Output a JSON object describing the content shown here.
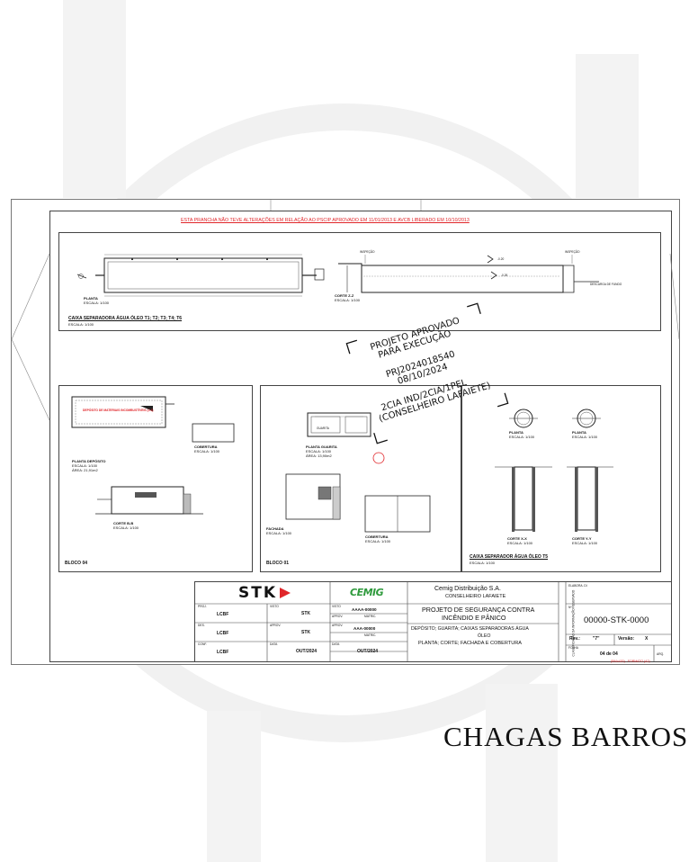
{
  "header_note": "ESTA PRANCHA NÃO TEVE ALTERAÇÕES EM RELAÇÃO AO PSCIP APROVADO EM 11/01/2013 E AVCB LIBERADO EM 10/10/2013",
  "top_section": {
    "planta_title": "PLANTA",
    "planta_scale": "ESCALA: 1/100",
    "corte_title": "CORTE Z-Z",
    "corte_scale": "ESCALA: 1/100",
    "section_title": "CAIXA SEPARADORA ÁGUA ÓLEO T1; T2; T3; T4; T6",
    "section_scale": "ESCALA: 1/100",
    "inspecao_left": "INSPEÇÃO",
    "inspecao_right": "INSPEÇÃO",
    "level_a": "-0.20",
    "level_b": "-0.26",
    "descarga": "DESCARGA DE FUNDO"
  },
  "stamp": {
    "line1": "PROJETO APROVADO",
    "line2": "PARA EXECUÇÃO",
    "line3": "PRJ2024018540",
    "line4": "08/10/2024",
    "line5": "2CIA IND/2CIA/1PEL",
    "line6": "(CONSELHEIRO LAFAIETE)"
  },
  "bloco04": {
    "deposito_label": "DEPÓSITO DE MATERIAIS INCOMBUSTÍVEIS (J-1)",
    "planta_title": "PLANTA DEPÓSITO",
    "planta_scale": "ESCALA: 1/100",
    "planta_area": "ÁREA: 21,91m2",
    "cobertura_title": "COBERTURA",
    "cobertura_scale": "ESCALA: 1/100",
    "corte_title": "CORTE B-B",
    "corte_scale": "ESCALA: 1/100",
    "block_label": "BLOCO 04"
  },
  "bloco01": {
    "guarita_label": "GUARITA",
    "planta_title": "PLANTA GUARITA",
    "planta_scale": "ESCALA: 1/100",
    "planta_area": "ÁREA: 13,90m2",
    "fachada_title": "FACHADA",
    "fachada_scale": "ESCALA: 1/100",
    "cobertura_title": "COBERTURA",
    "cobertura_scale": "ESCALA: 1/100",
    "block_label": "BLOCO 01"
  },
  "caixa_t5": {
    "planta1_title": "PLANTA",
    "planta1_scale": "ESCALA: 1/100",
    "planta2_title": "PLANTA",
    "planta2_scale": "ESCALA: 1/100",
    "cortex_title": "CORTE X-X",
    "cortex_scale": "ESCALA: 1/100",
    "cortey_title": "CORTE Y-Y",
    "cortey_scale": "ESCALA: 1/100",
    "section_title": "CAIXA SEPARADOR ÁGUA ÓLEO T5",
    "section_scale": "ESCALA: 1/100"
  },
  "title_block": {
    "stk_logo": "STK",
    "cemig_logo": "CEMIG",
    "company": "Cemig Distribuição S.A.",
    "city": "CONSELHEIRO LAFAIETE",
    "project_line1": "PROJETO DE SEGURANÇA CONTRA",
    "project_line2": "INCÊNDIO E PÂNICO",
    "contents_line1": "DEPÓSITO; GUARITA; CAIXAS SEPARADORAS ÁGUA",
    "contents_line2": "ÓLEO",
    "contents_line3": "PLANTA; CORTE; FACHADA E COBERTURA",
    "proj_label": "PROJ.",
    "proj_value": "LCBF",
    "des_label": "DES.",
    "des_value": "LCBF",
    "conf_label": "CONF.",
    "conf_value": "LCBF",
    "visto_label": "VISTO",
    "visto_value": "STK",
    "aprov_label": "APROV.",
    "aprov_value": "STK",
    "data_label": "DATA",
    "data_value": "OUT/2024",
    "c_visto_label": "VISTO",
    "c_visto_value": "AAAA-00000",
    "c_aprov_label": "APROV.",
    "c_aprov_value": "AAA-00000",
    "c_data_label": "DATA",
    "c_data_value": "OUT/2024",
    "c_matric_label": "MATRIC.",
    "classificacao": "CLASSIFICAÇÃO DA INFORMAÇÃO RESERVADO",
    "elabora_label": "ELABORA. DI",
    "no_label": "Nº.",
    "drawing_number": "00000-STK-0000",
    "rev_label": "Rev.:",
    "rev_value": "\"7\"",
    "versao_label": "Versão:",
    "versao_value": "X",
    "folha_label": "FOLHA",
    "folha_value": "04 de 04",
    "arq_label": "ARQ.",
    "format_note": "(594x420) - FORMATO (A2)"
  },
  "brand": "CHAGAS BARROSO"
}
